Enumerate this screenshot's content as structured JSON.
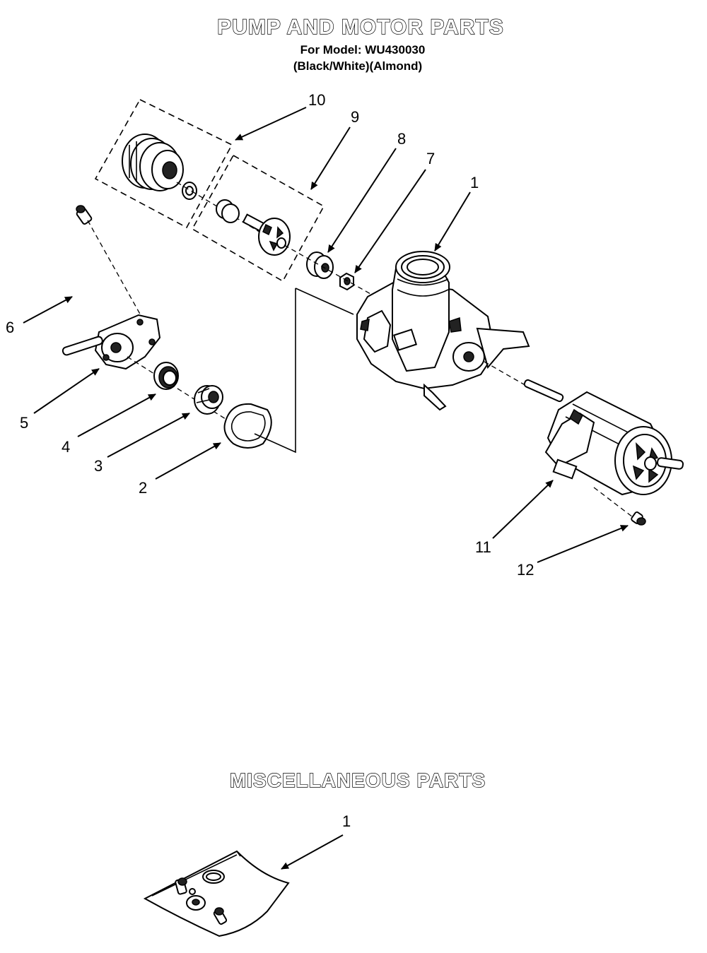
{
  "pump_section": {
    "title": "PUMP AND MOTOR PARTS",
    "model_line": "For Model: WU430030",
    "colors_line": "(Black/White)(Almond)",
    "callouts": [
      "10",
      "9",
      "8",
      "7",
      "1",
      "6",
      "5",
      "4",
      "3",
      "2",
      "11",
      "12"
    ]
  },
  "misc_section": {
    "title": "MISCELLANEOUS PARTS",
    "callouts": [
      "1"
    ]
  }
}
